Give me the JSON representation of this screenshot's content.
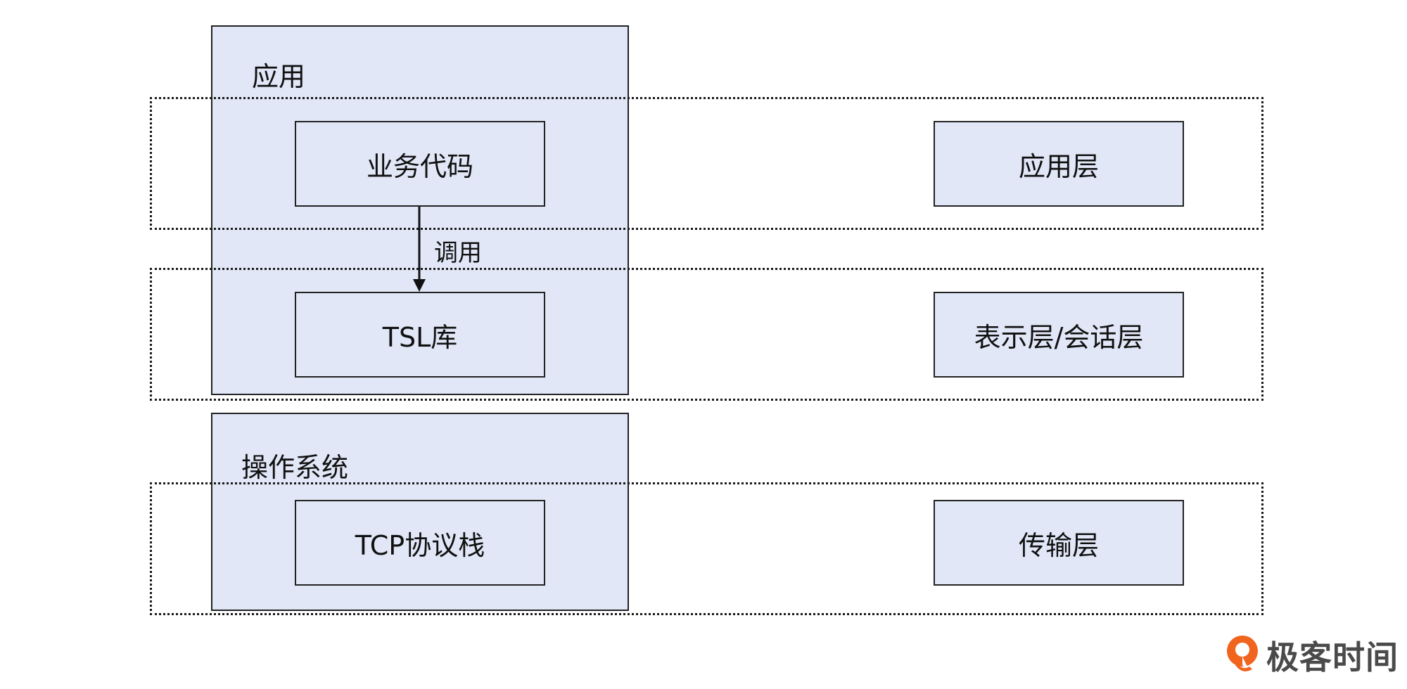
{
  "containers": {
    "app": {
      "title": "应用"
    },
    "os": {
      "title": "操作系统"
    }
  },
  "boxes": {
    "business_code": "业务代码",
    "tls_lib": "TSL库",
    "tcp_stack": "TCP协议栈",
    "app_layer": "应用层",
    "presentation_session_layer": "表示层/会话层",
    "transport_layer": "传输层"
  },
  "arrow": {
    "label": "调用"
  },
  "logo": {
    "text": "极客时间",
    "icon": "geektime-logo-icon"
  },
  "colors": {
    "box_fill": "#e1e7f7",
    "border": "#222222",
    "logo_orange": "#f0641e"
  }
}
